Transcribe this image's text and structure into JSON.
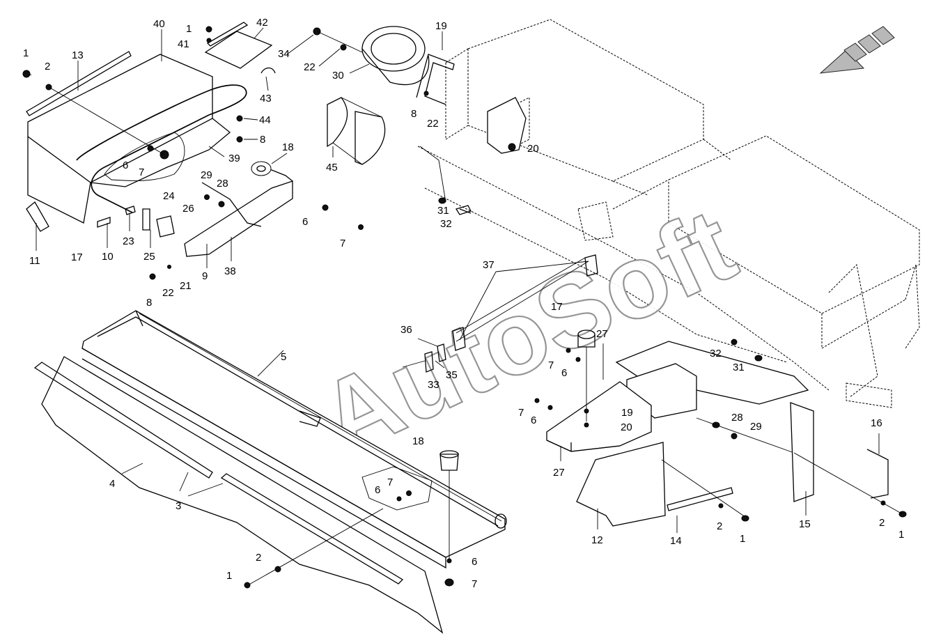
{
  "watermark": "AutoSoft",
  "callouts": [
    {
      "id": "c-40",
      "text": "40"
    },
    {
      "id": "c-42",
      "text": "42"
    },
    {
      "id": "c-1a",
      "text": "1"
    },
    {
      "id": "c-41",
      "text": "41"
    },
    {
      "id": "c-34",
      "text": "34"
    },
    {
      "id": "c-22a",
      "text": "22"
    },
    {
      "id": "c-30",
      "text": "30"
    },
    {
      "id": "c-19a",
      "text": "19"
    },
    {
      "id": "c-1b",
      "text": "1"
    },
    {
      "id": "c-2a",
      "text": "2"
    },
    {
      "id": "c-13",
      "text": "13"
    },
    {
      "id": "c-43",
      "text": "43"
    },
    {
      "id": "c-44",
      "text": "44"
    },
    {
      "id": "c-8a",
      "text": "8"
    },
    {
      "id": "c-8b",
      "text": "8"
    },
    {
      "id": "c-22b",
      "text": "22"
    },
    {
      "id": "c-20a",
      "text": "20"
    },
    {
      "id": "c-45",
      "text": "45"
    },
    {
      "id": "c-39",
      "text": "39"
    },
    {
      "id": "c-6a",
      "text": "6"
    },
    {
      "id": "c-7a",
      "text": "7"
    },
    {
      "id": "c-18a",
      "text": "18"
    },
    {
      "id": "c-29a",
      "text": "29"
    },
    {
      "id": "c-28a",
      "text": "28"
    },
    {
      "id": "c-24",
      "text": "24"
    },
    {
      "id": "c-26",
      "text": "26"
    },
    {
      "id": "c-31a",
      "text": "31"
    },
    {
      "id": "c-32a",
      "text": "32"
    },
    {
      "id": "c-6b",
      "text": "6"
    },
    {
      "id": "c-7b",
      "text": "7"
    },
    {
      "id": "c-11",
      "text": "11"
    },
    {
      "id": "c-17a",
      "text": "17"
    },
    {
      "id": "c-10",
      "text": "10"
    },
    {
      "id": "c-23",
      "text": "23"
    },
    {
      "id": "c-25",
      "text": "25"
    },
    {
      "id": "c-21",
      "text": "21"
    },
    {
      "id": "c-9",
      "text": "9"
    },
    {
      "id": "c-38",
      "text": "38"
    },
    {
      "id": "c-22c",
      "text": "22"
    },
    {
      "id": "c-8c",
      "text": "8"
    },
    {
      "id": "c-37",
      "text": "37"
    },
    {
      "id": "c-36",
      "text": "36"
    },
    {
      "id": "c-35",
      "text": "35"
    },
    {
      "id": "c-33",
      "text": "33"
    },
    {
      "id": "c-5",
      "text": "5"
    },
    {
      "id": "c-17b",
      "text": "17"
    },
    {
      "id": "c-27a",
      "text": "27"
    },
    {
      "id": "c-7c",
      "text": "7"
    },
    {
      "id": "c-6c",
      "text": "6"
    },
    {
      "id": "c-32b",
      "text": "32"
    },
    {
      "id": "c-31b",
      "text": "31"
    },
    {
      "id": "c-7d",
      "text": "7"
    },
    {
      "id": "c-6d",
      "text": "6"
    },
    {
      "id": "c-19b",
      "text": "19"
    },
    {
      "id": "c-20b",
      "text": "20"
    },
    {
      "id": "c-28b",
      "text": "28"
    },
    {
      "id": "c-29b",
      "text": "29"
    },
    {
      "id": "c-27b",
      "text": "27"
    },
    {
      "id": "c-16",
      "text": "16"
    },
    {
      "id": "c-18b",
      "text": "18"
    },
    {
      "id": "c-7e",
      "text": "7"
    },
    {
      "id": "c-6e",
      "text": "6"
    },
    {
      "id": "c-4",
      "text": "4"
    },
    {
      "id": "c-3",
      "text": "3"
    },
    {
      "id": "c-12",
      "text": "12"
    },
    {
      "id": "c-14",
      "text": "14"
    },
    {
      "id": "c-2b",
      "text": "2"
    },
    {
      "id": "c-1c",
      "text": "1"
    },
    {
      "id": "c-15",
      "text": "15"
    },
    {
      "id": "c-2c",
      "text": "2"
    },
    {
      "id": "c-1d",
      "text": "1"
    },
    {
      "id": "c-2d",
      "text": "2"
    },
    {
      "id": "c-1e",
      "text": "1"
    },
    {
      "id": "c-6f",
      "text": "6"
    },
    {
      "id": "c-7f",
      "text": "7"
    }
  ],
  "icons": {
    "direction_arrow": "travel-direction-arrow-icon"
  }
}
